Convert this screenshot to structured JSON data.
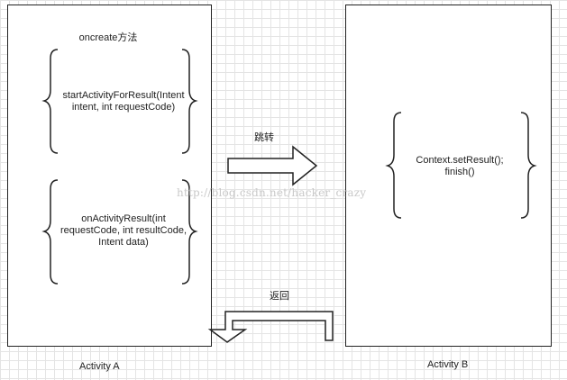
{
  "activity_a": {
    "title": "oncreate方法",
    "block1_line1": "startActivityForResult(Intent",
    "block1_line2": "intent, int requestCode)",
    "block2_line1": "onActivityResult(int",
    "block2_line2": "requestCode, int resultCode,",
    "block2_line3": "Intent data)",
    "caption": "Activity A"
  },
  "activity_b": {
    "line1": "Context.setResult();",
    "line2": "finish()",
    "caption": "Activity B"
  },
  "arrows": {
    "forward_label": "跳转",
    "return_label": "返回"
  },
  "watermark": "http://blog.csdn.net/hacker_crazy",
  "colors": {
    "line": "#222222",
    "grid": "#e4e4e4",
    "watermark": "#c9c9c9"
  }
}
